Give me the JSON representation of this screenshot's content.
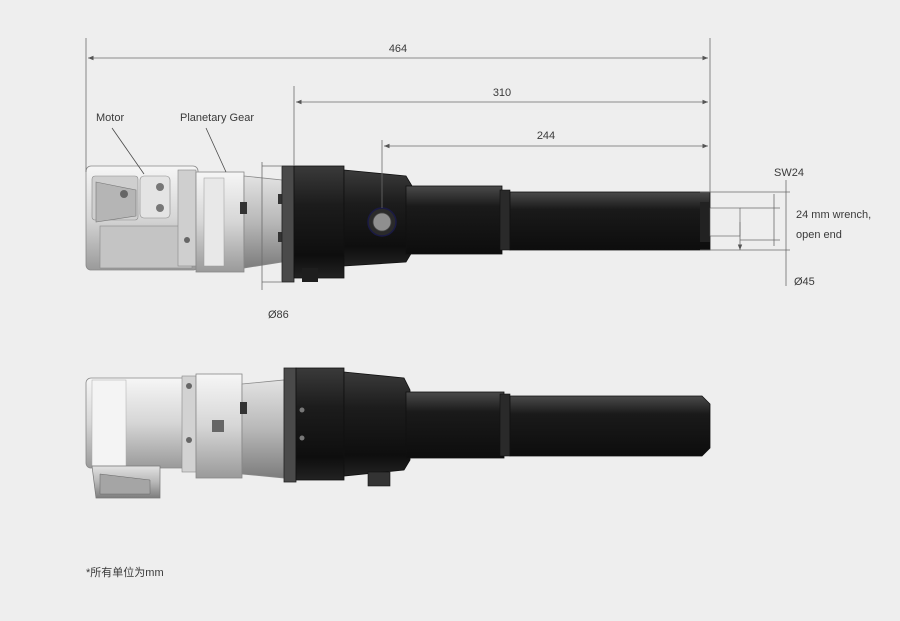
{
  "dimensions": {
    "total_length": "464",
    "gear_to_end": "310",
    "tube_length": "244",
    "diameter_flange": "Ø86",
    "diameter_tube": "Ø45",
    "socket_size": "SW24"
  },
  "labels": {
    "motor": "Motor",
    "planetary_gear": "Planetary Gear",
    "wrench_line1": "24 mm wrench,",
    "wrench_line2": "open end"
  },
  "footnote": "*所有单位为mm",
  "colors": {
    "background": "#eeeeee",
    "body_dark": "#1b1b1b",
    "housing_light": "#d9d9d9",
    "dimension_line": "#6b6b6b"
  }
}
